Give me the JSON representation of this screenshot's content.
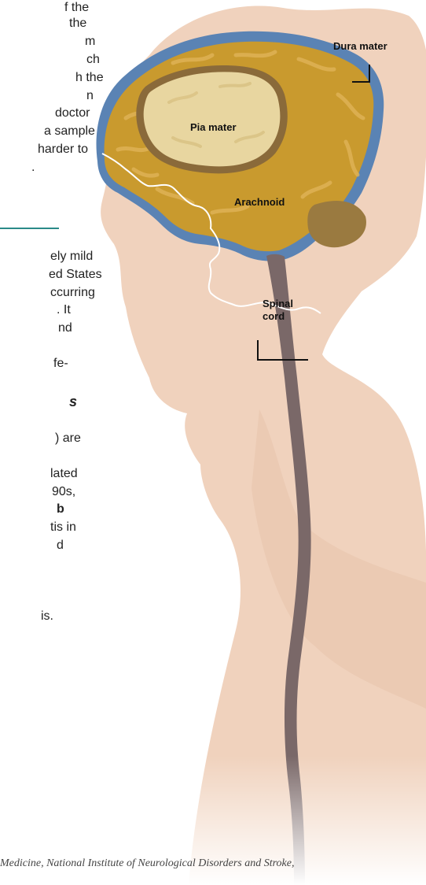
{
  "left_text_lines": [
    "f the",
    "the",
    "m",
    "ch",
    "h the",
    "n",
    "doctor",
    "a sample",
    "harder to",
    ".",
    "ely mild",
    "ed States",
    "ccurring",
    ".  It",
    "nd",
    "fe-",
    "s",
    ") are",
    "lated",
    "90s,",
    "b",
    "tis in",
    "d",
    "is."
  ],
  "labels": {
    "dura_mater": "Dura mater",
    "pia_mater": "Pia mater",
    "arachnoid": "Arachnoid",
    "spinal_cord_line1": "Spinal",
    "spinal_cord_line2": "cord"
  },
  "footer": "Medicine, National Institute of Neurological Disorders and Stroke,",
  "colors": {
    "skin": "#f0d2bd",
    "dura": "#5a83b4",
    "arachnoid": "#c99a2e",
    "pia": "#e8d6a0",
    "cord": "#7a6868",
    "accent_rule": "#2a8a88"
  }
}
